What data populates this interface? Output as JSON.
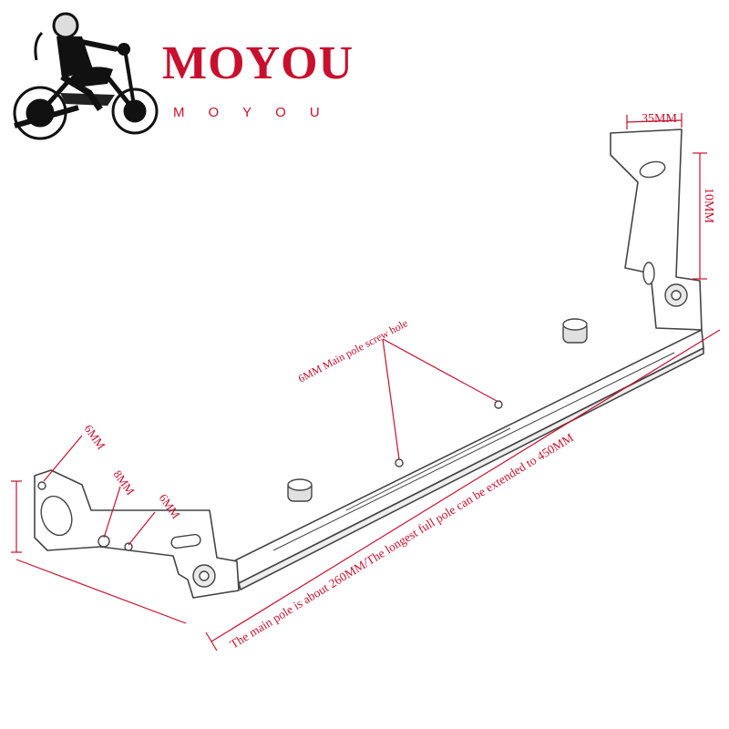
{
  "brand": {
    "name": "MOYOU",
    "subtitle": "MOYOU",
    "color": "#c8102e"
  },
  "diagram": {
    "labels": {
      "top_width": "35MM",
      "top_height": "10MM",
      "main_screw_hole": "6MM Main pole screw hole",
      "left_hole_1": "6MM",
      "left_hole_2": "8MM",
      "left_hole_3": "6MM",
      "pole_length": "The main pole is about 260MM/The longest full pole can be extended to 450MM"
    },
    "line_color": "#c8102e",
    "part_color": "#444444"
  }
}
